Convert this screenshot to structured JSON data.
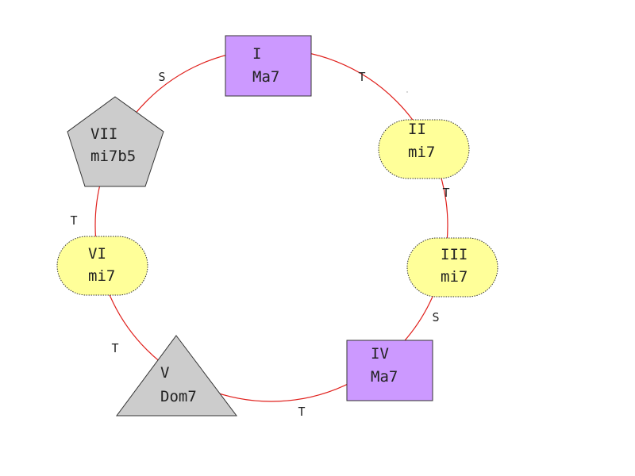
{
  "colors": {
    "ring": "#e0201c",
    "tonic_major": "#cc99ff",
    "minor": "#ffff99",
    "diminished": "#cccccc",
    "dominant": "#cccccc"
  },
  "nodes": [
    {
      "id": "I",
      "degree": "I",
      "quality": "Ma7",
      "shape": "rectangle"
    },
    {
      "id": "II",
      "degree": "II",
      "quality": "mi7",
      "shape": "rounded"
    },
    {
      "id": "III",
      "degree": "III",
      "quality": "mi7",
      "shape": "rounded"
    },
    {
      "id": "IV",
      "degree": "IV",
      "quality": "Ma7",
      "shape": "rectangle"
    },
    {
      "id": "V",
      "degree": "V",
      "quality": "Dom7",
      "shape": "triangle"
    },
    {
      "id": "VI",
      "degree": "VI",
      "quality": "mi7",
      "shape": "rounded"
    },
    {
      "id": "VII",
      "degree": "VII",
      "quality": "mi7b5",
      "shape": "pentagon"
    }
  ],
  "edges": [
    {
      "from": "I",
      "to": "II",
      "label": "T"
    },
    {
      "from": "II",
      "to": "III",
      "label": "T"
    },
    {
      "from": "III",
      "to": "IV",
      "label": "S"
    },
    {
      "from": "IV",
      "to": "V",
      "label": "T"
    },
    {
      "from": "V",
      "to": "VI",
      "label": "T"
    },
    {
      "from": "VI",
      "to": "VII",
      "label": "T"
    },
    {
      "from": "VII",
      "to": "I",
      "label": "S"
    }
  ]
}
